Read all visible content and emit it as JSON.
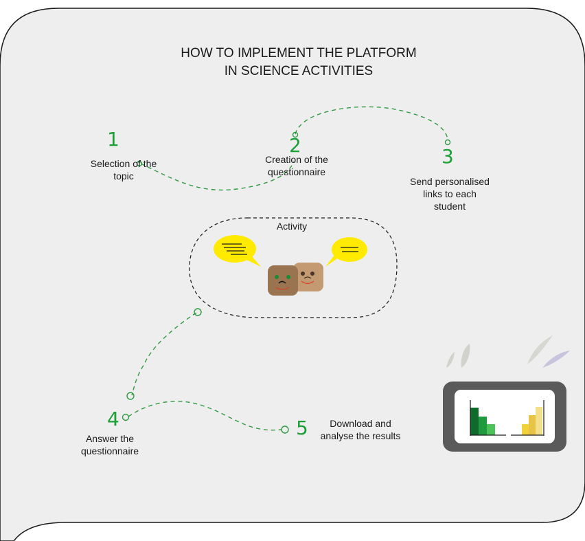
{
  "title": "HOW TO IMPLEMENT THE PLATFORM\nIN SCIENCE ACTIVITIES",
  "steps": [
    {
      "number": "1",
      "label": "Selection of the\ntopic"
    },
    {
      "number": "2",
      "label": "Creation of the\nquestionnaire"
    },
    {
      "number": "3",
      "label": "Send personalised\nlinks to each\nstudent"
    },
    {
      "number": "4",
      "label": "Answer the\nquestionnaire"
    },
    {
      "number": "5",
      "label": "Download and\nanalyse the results"
    }
  ],
  "activity": {
    "label": "Activity"
  },
  "colors": {
    "background": "#eeeeee",
    "step_number": "#1aa035",
    "connector": "#2f9a3f",
    "speech_bubble": "#ffea00",
    "face_left": "#9a7450",
    "face_right": "#c39a72",
    "monitor_frame": "#5a5a5a",
    "bars_green": [
      "#0f6b2a",
      "#1f9a3e",
      "#4cc258"
    ],
    "bars_yellow": [
      "#f2d23a",
      "#e8c446",
      "#f3df8a"
    ]
  },
  "icons": [
    "speech-bubble-icon",
    "face-icon",
    "bar-chart-monitor-icon",
    "feather-icon"
  ]
}
